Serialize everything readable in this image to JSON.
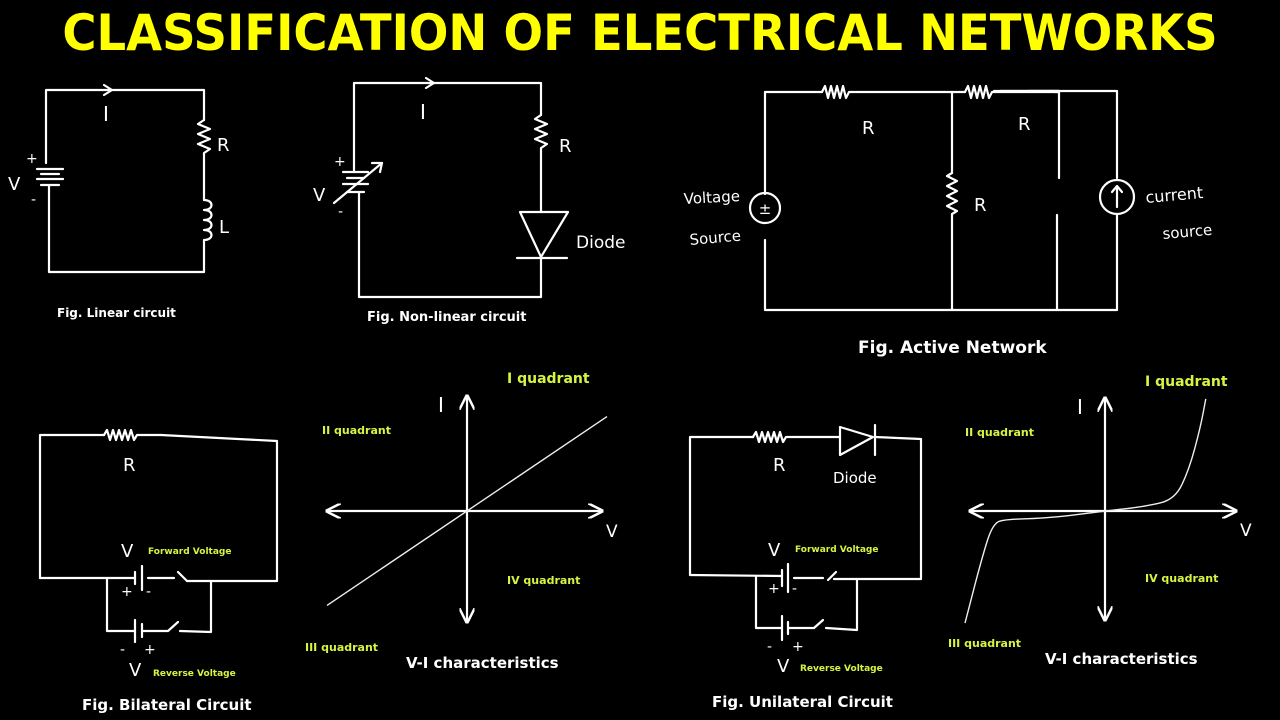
{
  "title": "CLASSIFICATION OF ELECTRICAL NETWORKS",
  "colors": {
    "background": "#000000",
    "title": "#ffff00",
    "wire": "#ffffff",
    "annotation": "#d6f542"
  },
  "linear_circuit": {
    "caption": "Fig. Linear circuit",
    "current_label": "I",
    "voltage_label": "V",
    "plus": "+",
    "minus": "-",
    "resistor_label": "R",
    "inductor_label": "L"
  },
  "nonlinear_circuit": {
    "caption": "Fig. Non-linear circuit",
    "current_label": "I",
    "voltage_label": "V",
    "plus": "+",
    "minus": "-",
    "resistor_label": "R",
    "diode_label": "Diode"
  },
  "active_network": {
    "caption": "Fig. Active Network",
    "resistor_labels": [
      "R",
      "R",
      "R"
    ],
    "voltage_source_label": [
      "Voltage",
      "Source"
    ],
    "current_source_label": [
      "current",
      "source"
    ],
    "voltage_source_symbol": "±"
  },
  "bilateral_circuit": {
    "caption": "Fig. Bilateral Circuit",
    "resistor_label": "R",
    "forward_v": "V",
    "forward_label": "Forward Voltage",
    "reverse_v": "V",
    "reverse_label": "Reverse  Voltage",
    "f_plus": "+",
    "f_minus": "-",
    "r_minus": "-",
    "r_plus": "+"
  },
  "unilateral_circuit": {
    "caption": "Fig. Unilateral Circuit",
    "resistor_label": "R",
    "diode_label": "Diode",
    "forward_v": "V",
    "forward_label": "Forward Voltage",
    "reverse_v": "V",
    "reverse_label": "Reverse  Voltage",
    "f_plus": "+",
    "f_minus": "-",
    "r_minus": "-",
    "r_plus": "+"
  },
  "chart_data": [
    {
      "type": "line",
      "title": "V-I characteristics",
      "xlabel": "V",
      "ylabel": "I",
      "quadrant_labels": [
        "I quadrant",
        "II quadrant",
        "III quadrant",
        "IV quadrant"
      ],
      "description": "Bilateral: straight line through origin",
      "x": [
        -1,
        1
      ],
      "y": [
        -0.8,
        0.8
      ],
      "xlim": [
        -1,
        1
      ],
      "ylim": [
        -1,
        1
      ]
    },
    {
      "type": "line",
      "title": "V-I characteristics",
      "xlabel": "V",
      "ylabel": "I",
      "quadrant_labels": [
        "I quadrant",
        "II quadrant",
        "III quadrant",
        "IV quadrant"
      ],
      "description": "Unilateral (diode): exponential forward, breakdown in reverse",
      "x": [
        -1,
        -0.88,
        -0.8,
        -0.7,
        -0.4,
        0,
        0.3,
        0.5,
        0.6,
        0.68,
        0.72
      ],
      "y": [
        -0.95,
        -0.4,
        -0.1,
        -0.07,
        -0.06,
        0,
        0.04,
        0.1,
        0.35,
        0.7,
        0.95
      ],
      "xlim": [
        -1,
        1
      ],
      "ylim": [
        -1,
        1
      ]
    }
  ]
}
